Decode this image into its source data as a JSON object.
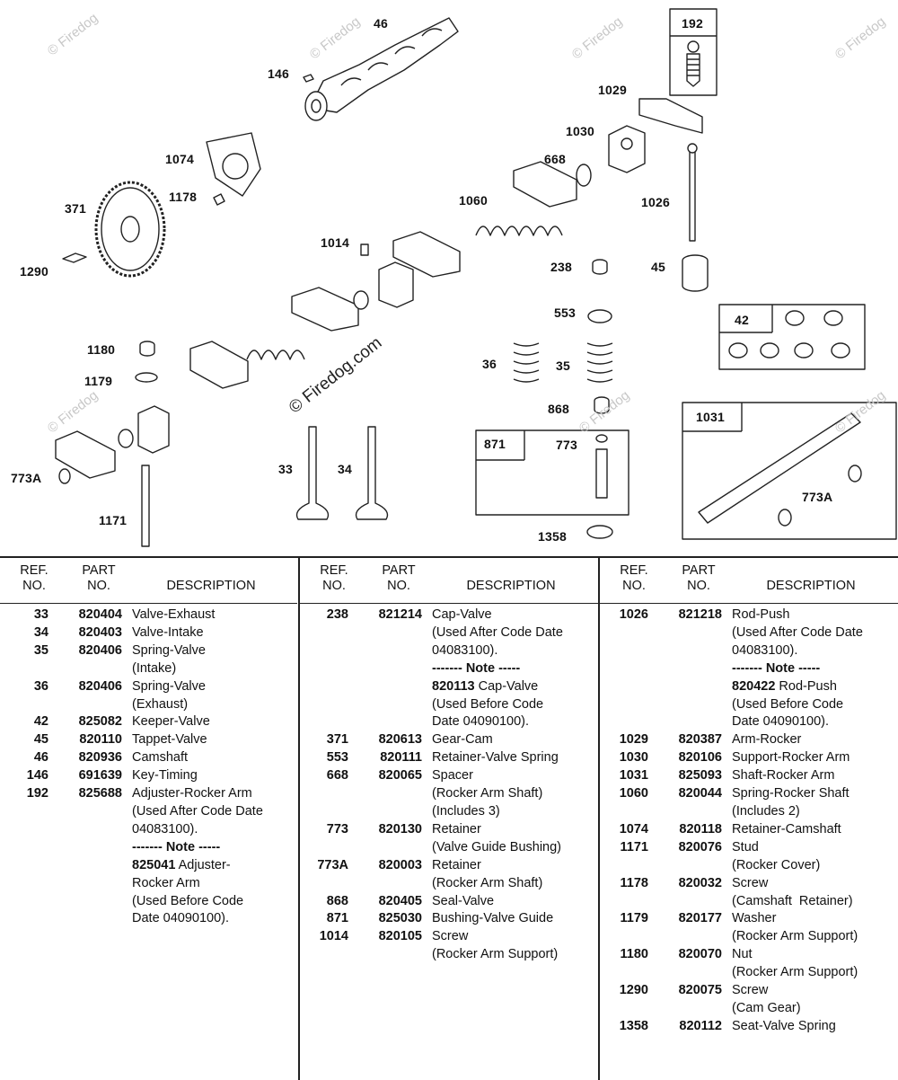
{
  "watermark": "© Firedog.com",
  "watermark_small": "© Firedog",
  "diagram_labels": [
    {
      "id": "46",
      "text": "46"
    },
    {
      "id": "146",
      "text": "146"
    },
    {
      "id": "192",
      "text": "192"
    },
    {
      "id": "1029",
      "text": "1029"
    },
    {
      "id": "1030",
      "text": "1030"
    },
    {
      "id": "668",
      "text": "668"
    },
    {
      "id": "1074",
      "text": "1074"
    },
    {
      "id": "1178",
      "text": "1178"
    },
    {
      "id": "371",
      "text": "371"
    },
    {
      "id": "1060",
      "text": "1060"
    },
    {
      "id": "1026",
      "text": "1026"
    },
    {
      "id": "1014",
      "text": "1014"
    },
    {
      "id": "1290",
      "text": "1290"
    },
    {
      "id": "238",
      "text": "238"
    },
    {
      "id": "45",
      "text": "45"
    },
    {
      "id": "553",
      "text": "553"
    },
    {
      "id": "42",
      "text": "42"
    },
    {
      "id": "1180",
      "text": "1180"
    },
    {
      "id": "36",
      "text": "36"
    },
    {
      "id": "35",
      "text": "35"
    },
    {
      "id": "1179",
      "text": "1179"
    },
    {
      "id": "868",
      "text": "868"
    },
    {
      "id": "1031",
      "text": "1031"
    },
    {
      "id": "871",
      "text": "871"
    },
    {
      "id": "773",
      "text": "773"
    },
    {
      "id": "773A_l",
      "text": "773A"
    },
    {
      "id": "33",
      "text": "33"
    },
    {
      "id": "34",
      "text": "34"
    },
    {
      "id": "773A_r",
      "text": "773A"
    },
    {
      "id": "1171",
      "text": "1171"
    },
    {
      "id": "1358",
      "text": "1358"
    }
  ],
  "table": {
    "header": {
      "ref": "REF.\nNO.",
      "part": "PART\nNO.",
      "desc": "DESCRIPTION"
    },
    "columns": [
      [
        {
          "ref": "33",
          "part": "820404",
          "lines": [
            "Valve-Exhaust"
          ]
        },
        {
          "ref": "34",
          "part": "820403",
          "lines": [
            "Valve-Intake"
          ]
        },
        {
          "ref": "35",
          "part": "820406",
          "lines": [
            "Spring-Valve",
            "(Intake)"
          ]
        },
        {
          "ref": "36",
          "part": "820406",
          "lines": [
            "Spring-Valve",
            "(Exhaust)"
          ]
        },
        {
          "ref": "42",
          "part": "825082",
          "lines": [
            "Keeper-Valve"
          ]
        },
        {
          "ref": "45",
          "part": "820110",
          "lines": [
            "Tappet-Valve"
          ]
        },
        {
          "ref": "46",
          "part": "820936",
          "lines": [
            "Camshaft"
          ]
        },
        {
          "ref": "146",
          "part": "691639",
          "lines": [
            "Key-Timing"
          ]
        },
        {
          "ref": "192",
          "part": "825688",
          "lines": [
            "Adjuster-Rocker Arm",
            "(Used After Code Date",
            "04083100).",
            "------- Note -----",
            "825041 Adjuster-",
            "Rocker Arm",
            "(Used Before Code",
            "Date 04090100)."
          ],
          "bold_lines": [
            3
          ],
          "bold_prefix": {
            "4": "825041"
          }
        }
      ],
      [
        {
          "ref": "238",
          "part": "821214",
          "lines": [
            "Cap-Valve",
            "(Used After Code Date",
            "04083100).",
            "------- Note -----",
            "820113 Cap-Valve",
            "(Used Before Code",
            "Date 04090100)."
          ],
          "bold_lines": [
            3
          ],
          "bold_prefix": {
            "4": "820113"
          }
        },
        {
          "ref": "371",
          "part": "820613",
          "lines": [
            "Gear-Cam"
          ]
        },
        {
          "ref": "553",
          "part": "820111",
          "lines": [
            "Retainer-Valve Spring"
          ]
        },
        {
          "ref": "668",
          "part": "820065",
          "lines": [
            "Spacer",
            "(Rocker Arm Shaft)",
            "(Includes 3)"
          ]
        },
        {
          "ref": "773",
          "part": "820130",
          "lines": [
            "Retainer",
            "(Valve Guide Bushing)"
          ]
        },
        {
          "ref": "773A",
          "part": "820003",
          "lines": [
            "Retainer",
            "(Rocker Arm Shaft)"
          ]
        },
        {
          "ref": "868",
          "part": "820405",
          "lines": [
            "Seal-Valve"
          ]
        },
        {
          "ref": "871",
          "part": "825030",
          "lines": [
            "Bushing-Valve Guide"
          ]
        },
        {
          "ref": "1014",
          "part": "820105",
          "lines": [
            "Screw",
            "(Rocker Arm Support)"
          ]
        }
      ],
      [
        {
          "ref": "1026",
          "part": "821218",
          "lines": [
            "Rod-Push",
            "(Used After Code Date",
            "04083100).",
            "------- Note -----",
            "820422 Rod-Push",
            "(Used Before Code",
            "Date 04090100)."
          ],
          "bold_lines": [
            3
          ],
          "bold_prefix": {
            "4": "820422"
          }
        },
        {
          "ref": "1029",
          "part": "820387",
          "lines": [
            "Arm-Rocker"
          ]
        },
        {
          "ref": "1030",
          "part": "820106",
          "lines": [
            "Support-Rocker Arm"
          ]
        },
        {
          "ref": "1031",
          "part": "825093",
          "lines": [
            "Shaft-Rocker Arm"
          ]
        },
        {
          "ref": "1060",
          "part": "820044",
          "lines": [
            "Spring-Rocker Shaft",
            "(Includes 2)"
          ]
        },
        {
          "ref": "1074",
          "part": "820118",
          "lines": [
            "Retainer-Camshaft"
          ]
        },
        {
          "ref": "1171",
          "part": "820076",
          "lines": [
            "Stud",
            "(Rocker Cover)"
          ]
        },
        {
          "ref": "1178",
          "part": "820032",
          "lines": [
            "Screw",
            "(Camshaft  Retainer)"
          ]
        },
        {
          "ref": "1179",
          "part": "820177",
          "lines": [
            "Washer",
            "(Rocker Arm Support)"
          ]
        },
        {
          "ref": "1180",
          "part": "820070",
          "lines": [
            "Nut",
            "(Rocker Arm Support)"
          ]
        },
        {
          "ref": "1290",
          "part": "820075",
          "lines": [
            "Screw",
            "(Cam Gear)"
          ]
        },
        {
          "ref": "1358",
          "part": "820112",
          "lines": [
            "Seat-Valve Spring"
          ]
        }
      ]
    ]
  }
}
